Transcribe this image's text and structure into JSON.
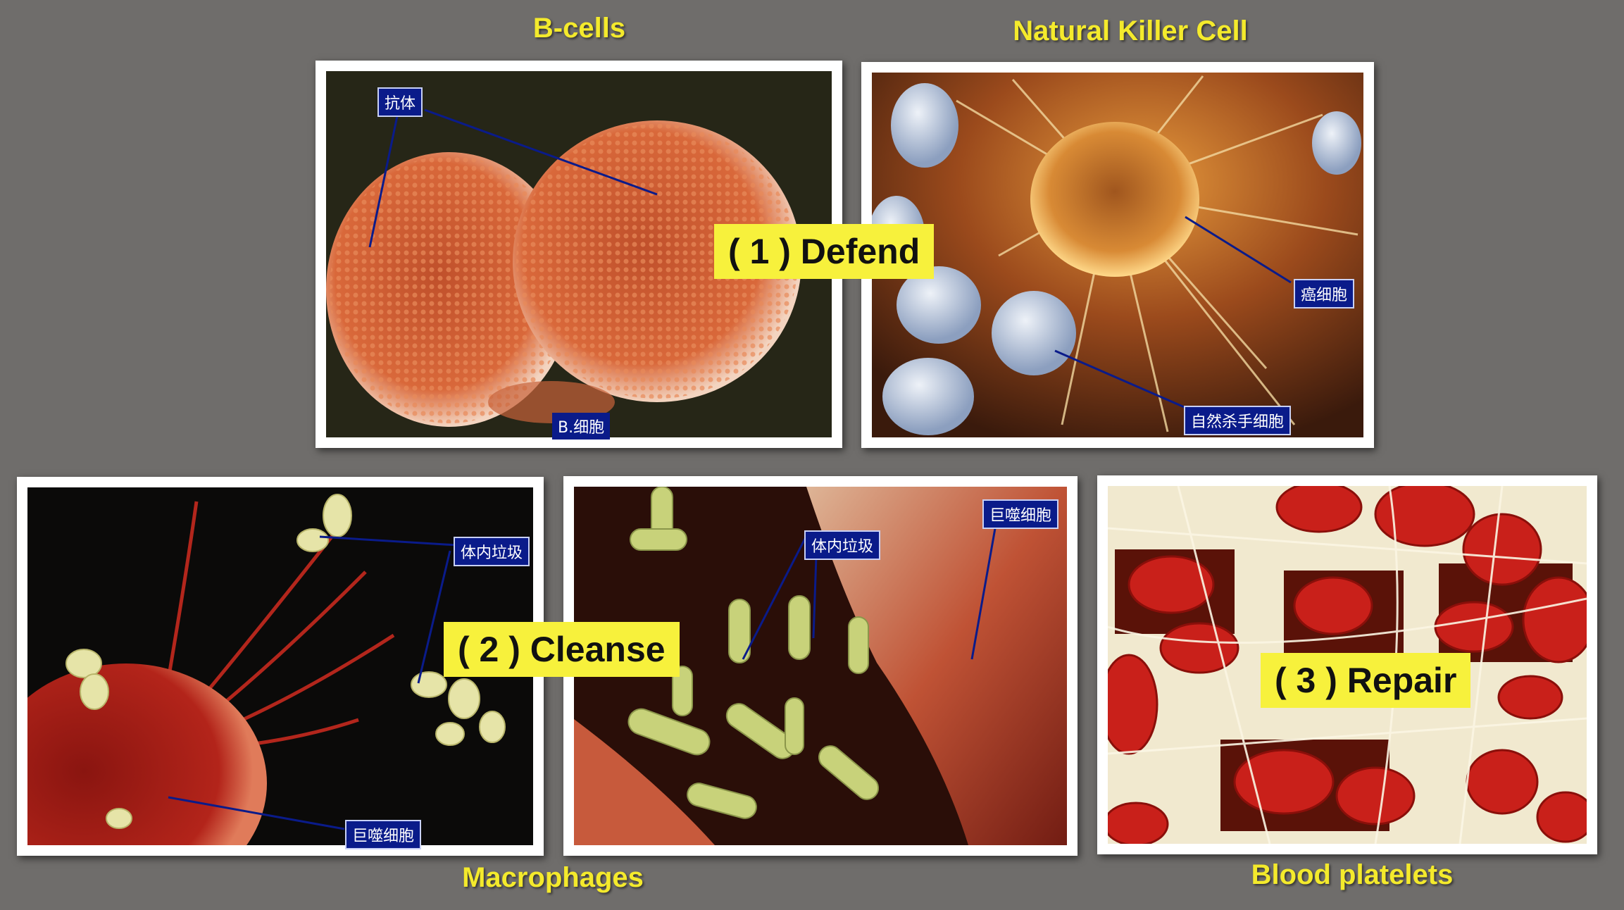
{
  "captions": {
    "b_cells": "B-cells",
    "nk_cell": "Natural Killer Cell",
    "macrophages": "Macrophages",
    "blood_platelets": "Blood platelets"
  },
  "callouts": {
    "defend": "( 1 ) Defend",
    "cleanse": "( 2 ) Cleanse",
    "repair": "( 3 ) Repair"
  },
  "labels": {
    "antibody": "抗体",
    "b_cell": "B.细胞",
    "cancer_cell": "癌细胞",
    "nk_cell": "自然杀手细胞",
    "garbage_1": "体内垃圾",
    "macrophage_1": "巨噬细胞",
    "garbage_2": "体内垃圾",
    "macrophage_2": "巨噬细胞"
  },
  "colors": {
    "background": "#6f6d6b",
    "caption_text": "#f4ea2c",
    "callout_bg": "#f7f13c",
    "label_bg": "#0a1b8a",
    "pointer_line": "#0a1b8a"
  }
}
